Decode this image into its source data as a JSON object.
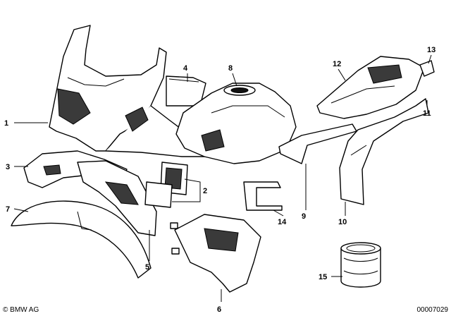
{
  "diagram": {
    "callouts": [
      "1",
      "2",
      "3",
      "4",
      "5",
      "6",
      "7",
      "8",
      "9",
      "10",
      "11",
      "12",
      "13",
      "14",
      "15"
    ]
  },
  "footer": {
    "copyright": "© BMW AG",
    "drawing_number": "00007029"
  }
}
